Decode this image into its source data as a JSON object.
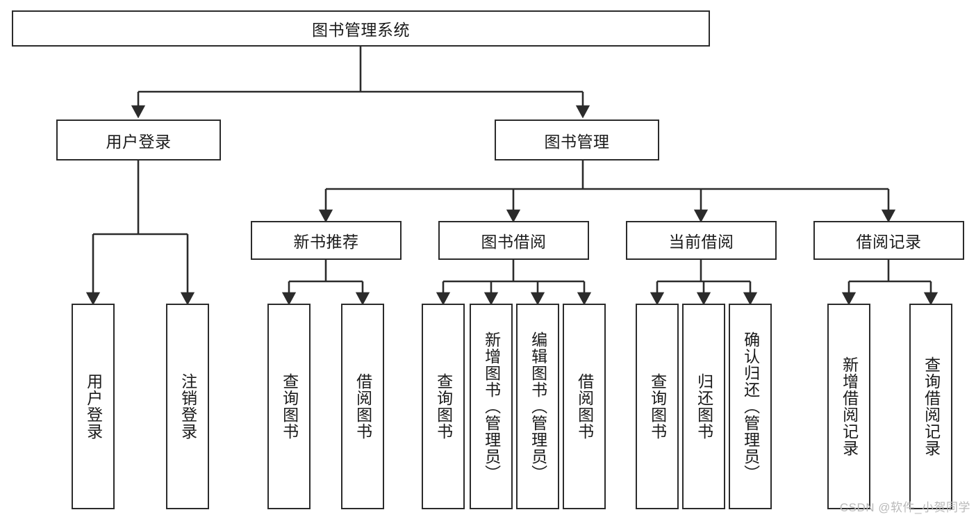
{
  "diagram": {
    "title_node": {
      "label": "图书管理系统"
    },
    "level1": [
      {
        "label": "用户登录"
      },
      {
        "label": "图书管理"
      }
    ],
    "level2": [
      {
        "label": "新书推荐"
      },
      {
        "label": "图书借阅"
      },
      {
        "label": "当前借阅"
      },
      {
        "label": "借阅记录"
      }
    ],
    "leaves": {
      "user_login": [
        {
          "label": "用户登录"
        },
        {
          "label": "注销登录"
        }
      ],
      "new_book": [
        {
          "label": "查询图书"
        },
        {
          "label": "借阅图书"
        }
      ],
      "book_borrow": [
        {
          "label": "查询图书"
        },
        {
          "label": "新增图书（管理员）"
        },
        {
          "label": "编辑图书（管理员）"
        },
        {
          "label": "借阅图书"
        }
      ],
      "current_borrow": [
        {
          "label": "查询图书"
        },
        {
          "label": "归还图书"
        },
        {
          "label": "确认归还（管理员）"
        }
      ],
      "borrow_record": [
        {
          "label": "新增借阅记录"
        },
        {
          "label": "查询借阅记录"
        }
      ]
    }
  },
  "watermark": {
    "text": "CSDN @软件_小贺同学"
  },
  "colors": {
    "stroke": "#2b2b2b",
    "fill": "#ffffff",
    "text": "#1a1a1a",
    "watermark": "#b9b9b9"
  }
}
